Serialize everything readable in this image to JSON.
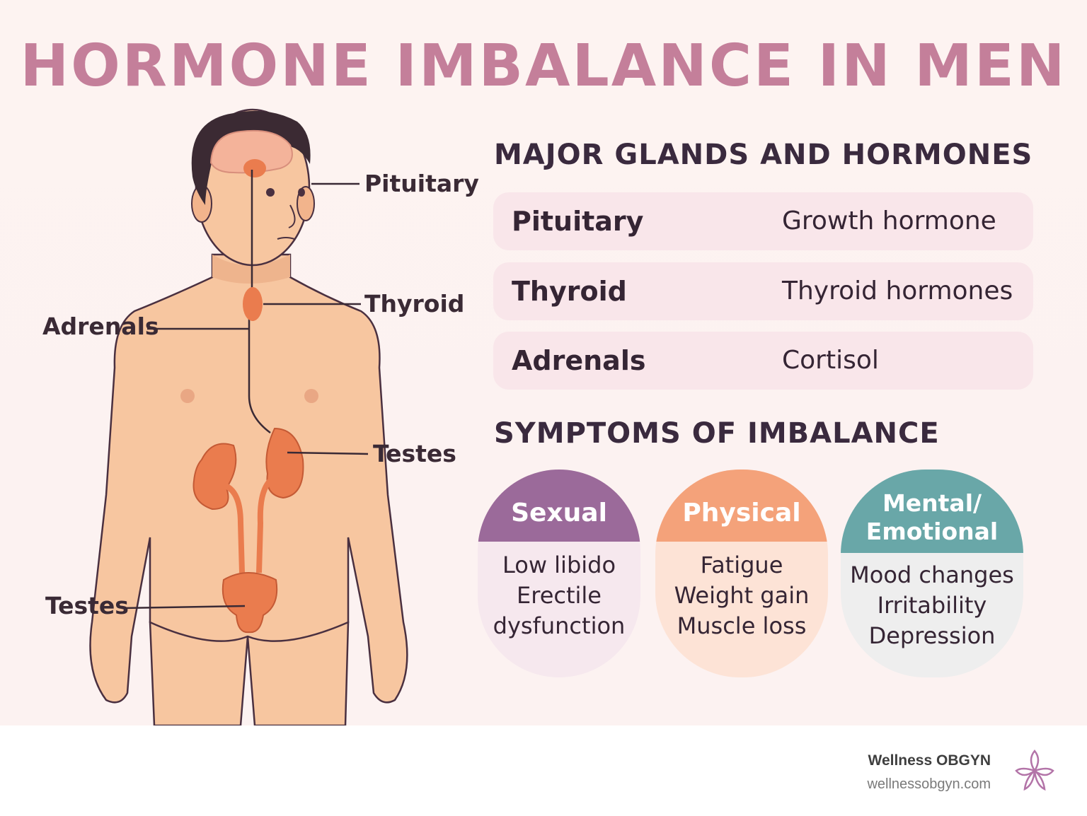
{
  "title": "HORMONE IMBALANCE IN MEN",
  "figure": {
    "labels": {
      "pituitary": "Pituitary",
      "thyroid": "Thyroid",
      "adrenals": "Adrenals",
      "testes_upper": "Testes",
      "testes_lower": "Testes"
    }
  },
  "glands_section": {
    "heading": "MAJOR GLANDS AND HORMONES",
    "rows": [
      {
        "gland": "Pituitary",
        "hormone": "Growth hormone"
      },
      {
        "gland": "Thyroid",
        "hormone": "Thyroid hormones"
      },
      {
        "gland": "Adrenals",
        "hormone": "Cortisol"
      }
    ]
  },
  "symptoms_section": {
    "heading": "SYMPTOMS OF IMBALANCE",
    "categories": [
      {
        "title": "Sexual",
        "items": [
          "Low libido",
          "Erectile",
          "dysfunction"
        ],
        "color": "#9b6a9a",
        "bg": "#f6e8ee"
      },
      {
        "title": "Physical",
        "items": [
          "Fatigue",
          "Weight gain",
          "Muscle loss"
        ],
        "color": "#f4a27a",
        "bg": "#fde3d6"
      },
      {
        "title_lines": [
          "Mental/",
          "Emotional"
        ],
        "items": [
          "Mood changes",
          "Irritability",
          "Depression"
        ],
        "color": "#69a7a8",
        "bg": "#eeeeee"
      }
    ]
  },
  "footer": {
    "brand": "Wellness OBGYN",
    "url": "wellnessobgyn.com"
  },
  "colors": {
    "title": "#c47f9a",
    "skin": "#f7c6a0",
    "organ": "#ea7c4e",
    "hair": "#3b2a33"
  }
}
